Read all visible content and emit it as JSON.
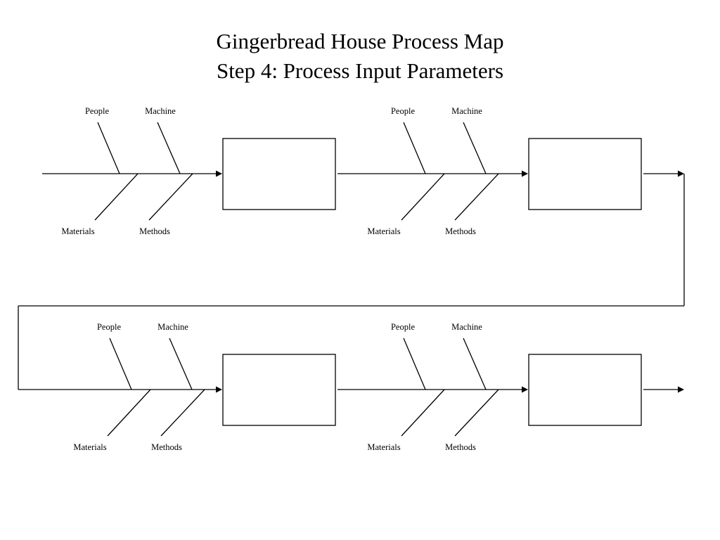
{
  "title": {
    "line1": "Gingerbread House Process Map",
    "line2": "Step 4:  Process Input Parameters"
  },
  "fishbones": [
    {
      "people": "People",
      "machine": "Machine",
      "materials": "Materials",
      "methods": "Methods"
    },
    {
      "people": "People",
      "machine": "Machine",
      "materials": "Materials",
      "methods": "Methods"
    },
    {
      "people": "People",
      "machine": "Machine",
      "materials": "Materials",
      "methods": "Methods"
    },
    {
      "people": "People",
      "machine": "Machine",
      "materials": "Materials",
      "methods": "Methods"
    }
  ]
}
